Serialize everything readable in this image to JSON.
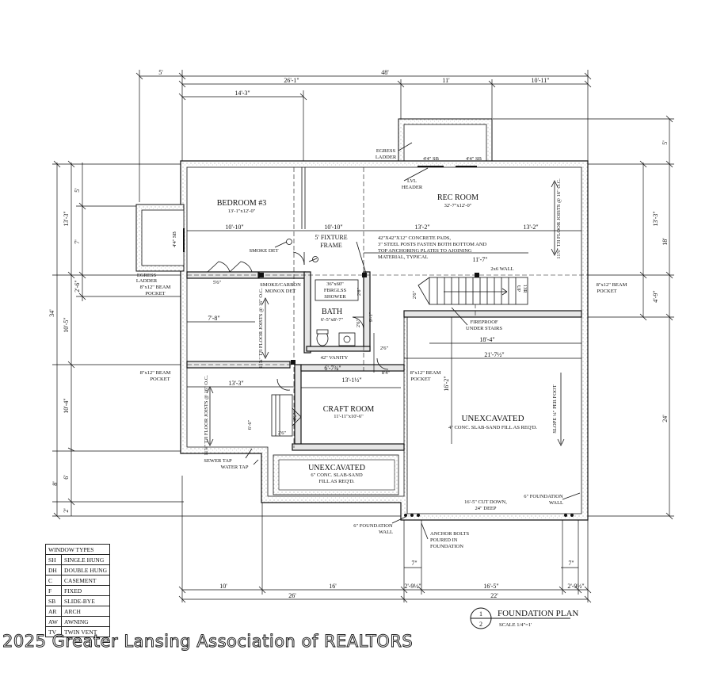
{
  "top_dimensions": {
    "overall": "48'",
    "left_offset": "5'",
    "seg_26_1": "26'-1\"",
    "seg_11": "11'",
    "seg_10_11": "10'-11\"",
    "seg_14_3": "14'-3\""
  },
  "left_dimensions": {
    "d5": "5'",
    "d13_3": "13'-3\"",
    "d7": "7'",
    "d2_6": "2'-6\"",
    "d34": "34'",
    "d10_5": "10'-5\"",
    "d10_4": "10'-4\"",
    "d8": "8'",
    "d6": "6'",
    "d2": "2'"
  },
  "right_dimensions": {
    "d5": "5'",
    "d13_3": "13'-3\"",
    "d18": "18'",
    "d4_9": "4'-9\"",
    "d24": "24'"
  },
  "bottom_dimensions": {
    "d10": "10'",
    "d16": "16'",
    "d26": "26'",
    "d2_9_left": "2'-9½\"",
    "d16_5": "16'-5\"",
    "d2_9_right": "2'-9½\"",
    "d22": "22'",
    "d7_left": "7\"",
    "d7_right": "7\""
  },
  "rooms": {
    "bedroom": {
      "name": "BEDROOM #3",
      "size": "13'-1\"x12'-0\""
    },
    "rec": {
      "name": "REC ROOM",
      "size": "32'-7\"x12'-0\""
    },
    "bath": {
      "name": "BATH",
      "size": "6'-5\"x8'-7\""
    },
    "craft": {
      "name": "CRAFT ROOM",
      "size": "11'-11\"x10'-6\""
    },
    "unexc_right": {
      "name": "UNEXCAVATED",
      "note": "4\" CONC. SLAB-SAND FILL AS REQ'D."
    },
    "unexc_bottom": {
      "name": "UNEXCAVATED",
      "note1": "6\" CONC. SLAB-SAND",
      "note2": "FILL AS REQ'D."
    }
  },
  "annotations": {
    "egress_ladder_top_1": "EGRESS",
    "egress_ladder_top_2": "LADDER",
    "sb_1": "4'4\" SB",
    "sb_2": "4'4\" SB",
    "lvl_1": "LVL",
    "lvl_2": "HEADER",
    "joists_rec": "11⅞\" TJI FLOOR JOISTS @ 16\" O.C.",
    "dim_10_10_a": "10'-10\"",
    "dim_10_10_b": "10'-10\"",
    "dim_13_2_a": "13'-2\"",
    "dim_13_2_b": "13'-2\"",
    "sb_left": "4'4\" SB",
    "smoke_det": "SMOKE DET",
    "fixture_1": "5' FIXTURE",
    "fixture_2": "FRAME",
    "pads_1": "42\"X42\"X12\" CONCRETE PADS,",
    "pads_2": "3\" STEEL POSTS FASTEN BOTH BOTTOM AND",
    "pads_3": "TOP ANCHORING PLATES TO AJOINING",
    "pads_4": "MATERIAL, TYPICAL",
    "dim_11_7": "11'-7\"",
    "wall_2x6": "2x6 WALL",
    "egress_left_1": "EGRESS",
    "egress_left_2": "LADDER",
    "beam_left_1": "8\"x12\" BEAM",
    "beam_left_2": "POCKET",
    "dim_5_6": "5'6\"",
    "smoke_carbon_1": "SMOKE/CARBON",
    "smoke_carbon_2": "MONOX DET",
    "shower_1": "36\"x60\"",
    "shower_2": "FBRGLSS",
    "shower_3": "SHOWER",
    "dim_2_6_a": "2'6\"",
    "dim_2_6_b": "2'6\"",
    "beam_right_1": "8\"x12\" BEAM",
    "beam_right_2": "POCKET",
    "up_1": "UP",
    "up_2": "13R",
    "joists_left": "11⅞\" TJI FLOOR JOISTS @ 16\" O.C.",
    "dim_7_8": "7'-8\"",
    "dim_9_1": "9'-1\"",
    "dim_2_6_c": "2'6\"",
    "fireproof_1": "FIREPROOF",
    "fireproof_2": "UNDER STAIRS",
    "dim_18_4": "18'-4\"",
    "dim_2_6_d": "2'6\"",
    "vanity": "42\" VANITY",
    "dim_21_7": "21'-7½\"",
    "beam_mid_1": "8\"x12\" BEAM",
    "beam_mid_2": "POCKET",
    "dim_6_7": "6'-7¾\"",
    "dim_8_4": "8'4\"",
    "dim_13_3": "13'-3\"",
    "dim_13_1": "13'-1½\"",
    "beam_right2_1": "8\"x12\" BEAM",
    "beam_right2_2": "POCKET",
    "dim_16_2": "16'-2\"",
    "joists_craft": "11⅞\" TJI FLOOR JOISTS @ 16\" O.C.",
    "dim_6_6": "6'-6\"",
    "dim_2_6_e": "2'6\"",
    "dim_4_6": "4'6\"",
    "slope": "SLOPE ¼\" PER FOOT",
    "sewer_tap": "SEWER TAP",
    "water_tap": "WATER TAP",
    "cutdown_1": "16'-5\" CUT DOWN,",
    "cutdown_2": "24\" DEEP",
    "found_wall_r_1": "6\" FOUNDATION",
    "found_wall_r_2": "WALL",
    "found_wall_b_1": "6\" FOUNDATION",
    "found_wall_b_2": "WALL",
    "anchor_1": "ANCHOR BOLTS",
    "anchor_2": "POURED IN",
    "anchor_3": "FOUNDATION"
  },
  "title_block": {
    "sheet_number": "1",
    "sheet_total": "2",
    "title": "FOUNDATION PLAN",
    "scale": "SCALE 1/4\"=1'"
  },
  "legend": {
    "header": "WINDOW TYPES",
    "rows": [
      {
        "code": "SH",
        "label": "SINGLE HUNG"
      },
      {
        "code": "DH",
        "label": "DOUBLE HUNG"
      },
      {
        "code": "C",
        "label": "CASEMENT"
      },
      {
        "code": "F",
        "label": "FIXED"
      },
      {
        "code": "SB",
        "label": "SLIDE-BYE"
      },
      {
        "code": "AR",
        "label": "ARCH"
      },
      {
        "code": "AW",
        "label": "AWNING"
      },
      {
        "code": "TV",
        "label": "TWIN VENT"
      }
    ]
  },
  "watermark": "2025 Greater Lansing Association of REALTORS"
}
